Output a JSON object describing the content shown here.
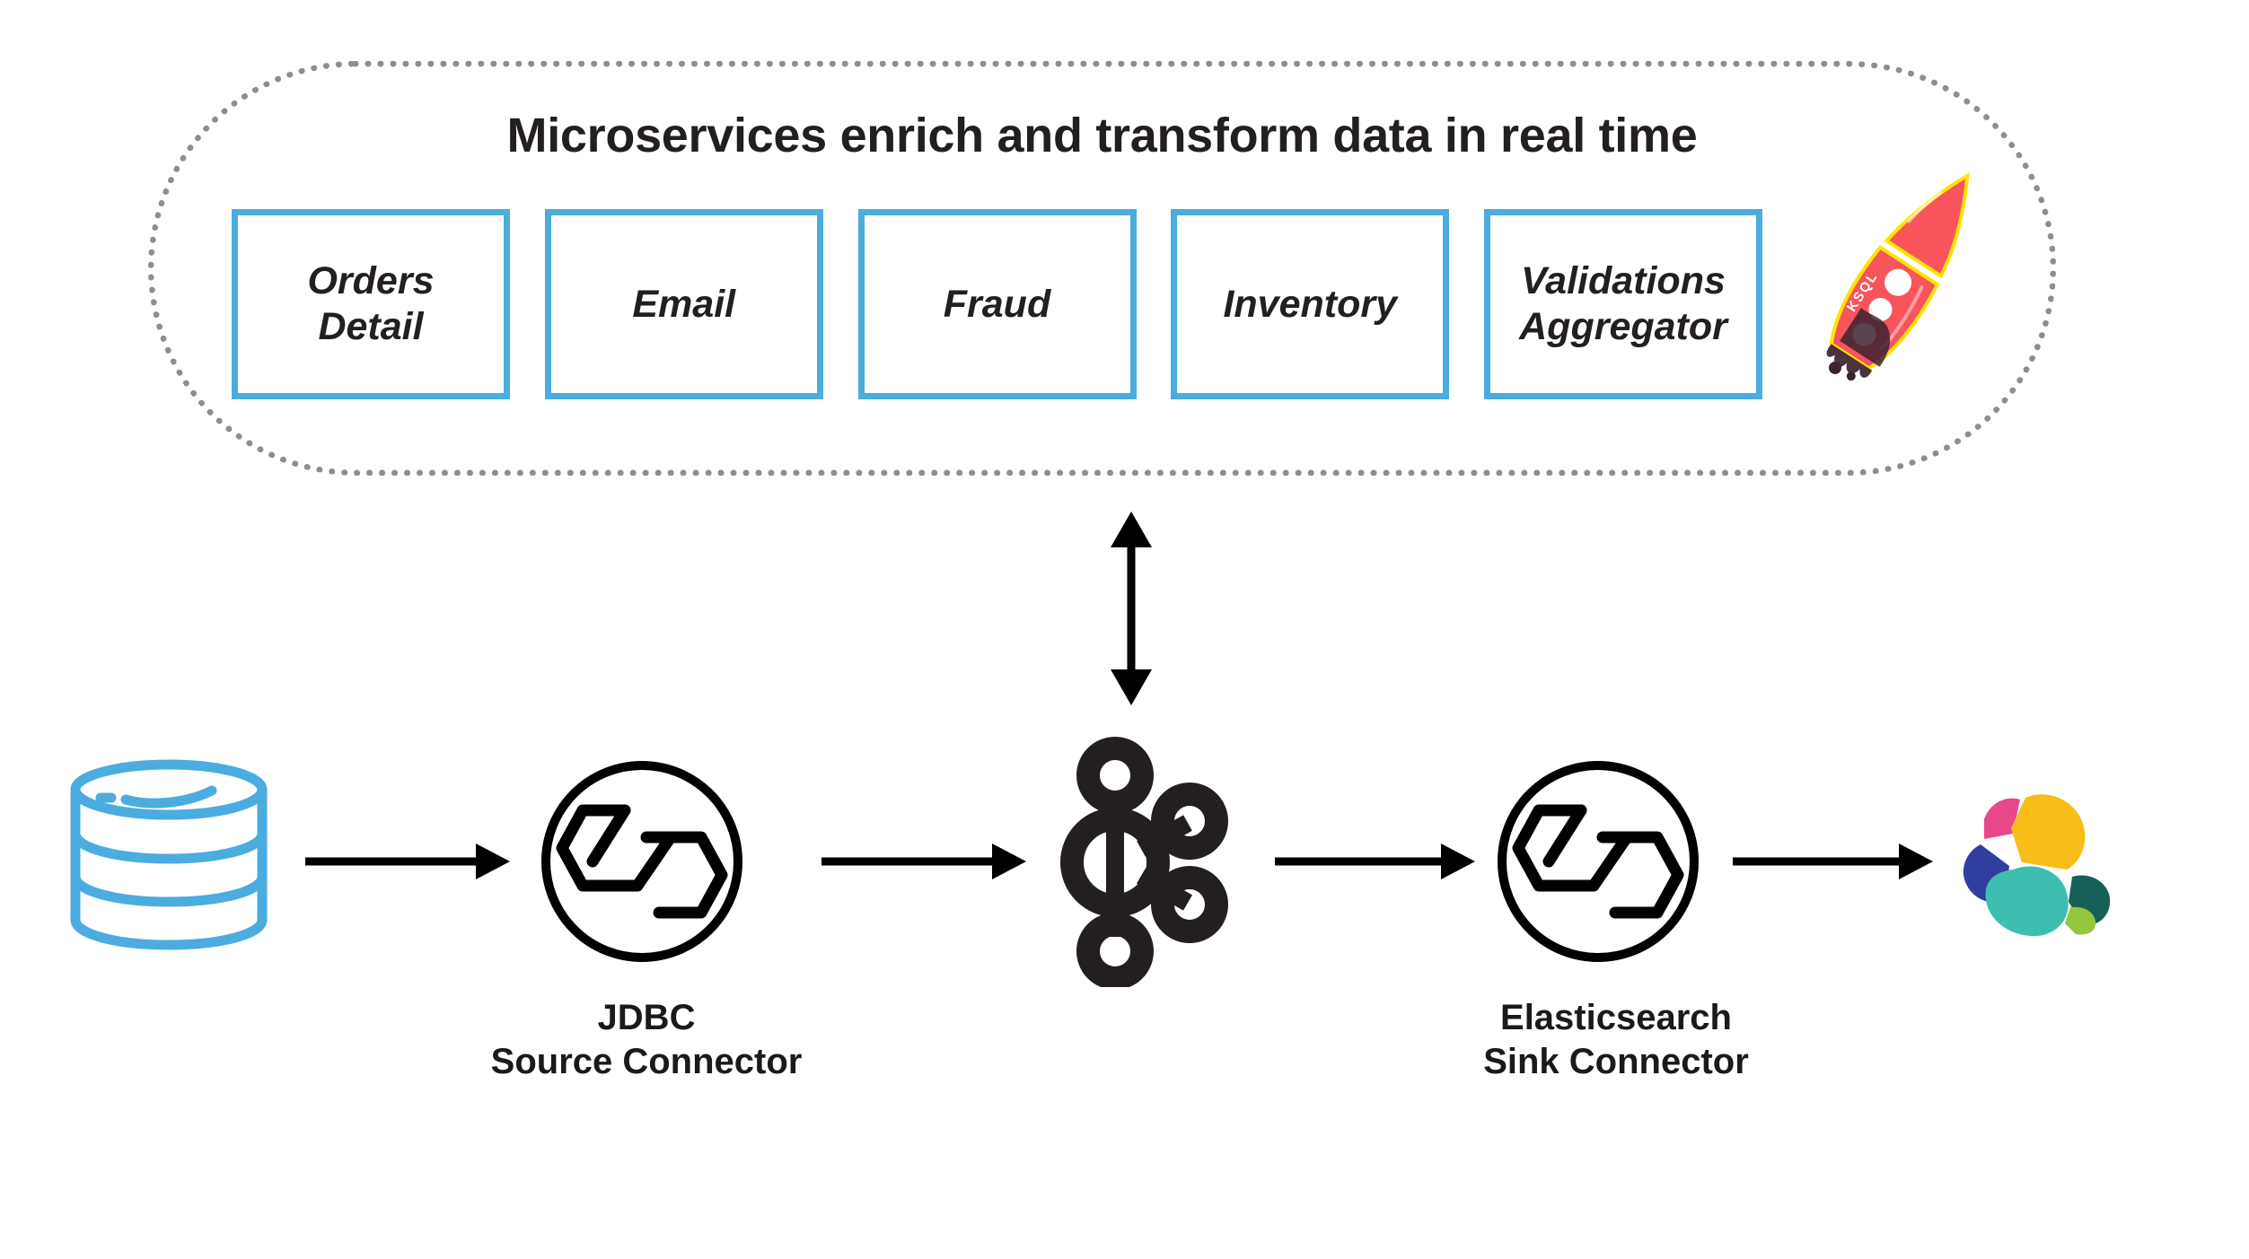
{
  "diagram": {
    "title": "Microservices enrich and transform data in real time",
    "colors": {
      "box_border": "#4bace0",
      "dotted_border": "#8a8f94",
      "database": "#4bace0",
      "text": "#231f20",
      "arrow": "#000000",
      "rocket_body": "#f8545c",
      "rocket_outline": "#ffe400",
      "rocket_exhaust": "#3c2230",
      "es_pink": "#e8488b",
      "es_yellow": "#f9bd18",
      "es_blue": "#303e9f",
      "es_teal": "#3ebeb0",
      "es_darkgreen": "#16605a",
      "es_lightgreen": "#93c83e"
    },
    "microservices": {
      "boxes": [
        {
          "label": "Orders\nDetail",
          "name": "orders-detail"
        },
        {
          "label": "Email",
          "name": "email"
        },
        {
          "label": "Fraud",
          "name": "fraud"
        },
        {
          "label": "Inventory",
          "name": "inventory"
        },
        {
          "label": "Validations\nAggregator",
          "name": "validations-aggregator"
        }
      ],
      "rocket_text": "KSQL"
    },
    "pipeline": {
      "nodes": [
        {
          "name": "database",
          "icon": "database-cylinder-icon",
          "label": ""
        },
        {
          "name": "jdbc-source-connector",
          "icon": "kafka-connect-icon",
          "label": "JDBC\nSource Connector"
        },
        {
          "name": "kafka-broker",
          "icon": "apache-kafka-icon",
          "label": ""
        },
        {
          "name": "elasticsearch-sink-connector",
          "icon": "kafka-connect-icon",
          "label": "Elasticsearch\nSink Connector"
        },
        {
          "name": "elasticsearch",
          "icon": "elasticsearch-icon",
          "label": ""
        }
      ],
      "jdbc_label": "JDBC\nSource Connector",
      "elasticsearch_label": "Elasticsearch\nSink Connector"
    },
    "connectors": {
      "vertical_arrow": "bidirectional",
      "horizontal_arrows": 4
    }
  }
}
